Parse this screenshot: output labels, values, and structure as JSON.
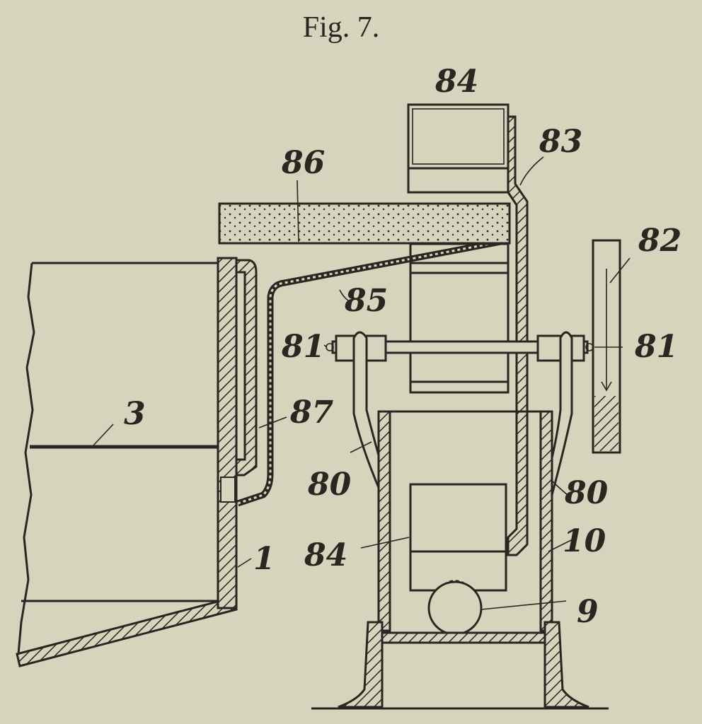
{
  "figure": {
    "title": "Fig. 7.",
    "labels": {
      "l84_top": "84",
      "l83": "83",
      "l86": "86",
      "l82": "82",
      "l85": "85",
      "l81_left": "81",
      "l81_right": "81",
      "l3": "3",
      "l87": "87",
      "l80_left": "80",
      "l80_right": "80",
      "l84_low": "84",
      "l10": "10",
      "l1": "1",
      "l9": "9"
    }
  }
}
